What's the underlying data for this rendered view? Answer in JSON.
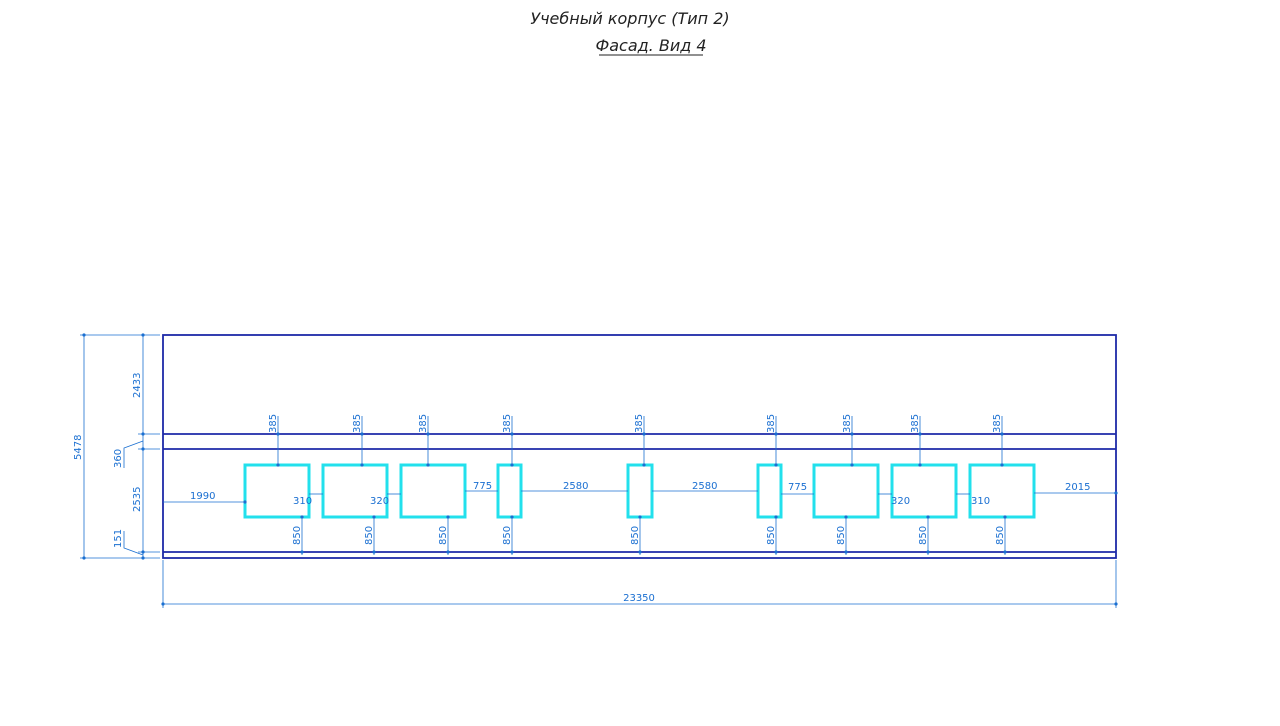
{
  "title": "Учебный корпус (Тип 2)",
  "subtitle": "Фасад. Вид 4",
  "colors": {
    "wall": "#1d2aa8",
    "window": "#22e0ec",
    "dimension": "#1a6fd1"
  },
  "dimensions": {
    "total_width": "23350",
    "total_height": "5478",
    "upper_band": "2433",
    "middle_band": "360",
    "window_band": "2535",
    "base_band": "151",
    "left_offset": "1990",
    "right_offset": "2015",
    "window_head": "385",
    "window_sill": "850",
    "gaps": [
      "310",
      "320",
      "775",
      "2580",
      "2580",
      "775",
      "320",
      "310"
    ]
  }
}
